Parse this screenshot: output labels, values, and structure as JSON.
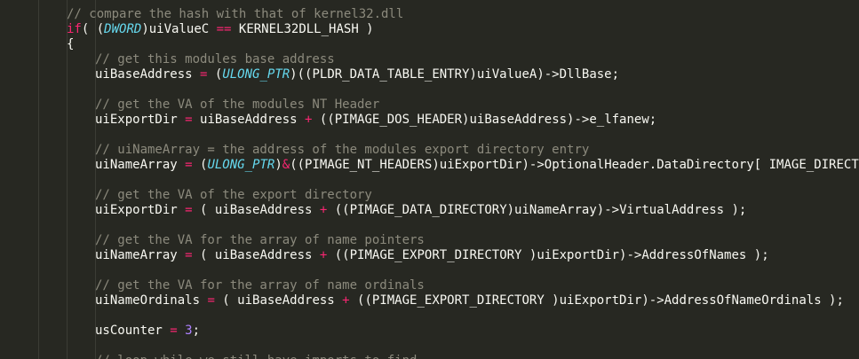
{
  "editor": {
    "background": "#272822",
    "lines": [
      {
        "indent": 2,
        "tokens": [
          {
            "t": "// compare the hash with that of kernel32.dll",
            "k": "comment"
          }
        ]
      },
      {
        "indent": 2,
        "tokens": [
          {
            "t": "if",
            "k": "keyword"
          },
          {
            "t": "( (",
            "k": "punct"
          },
          {
            "t": "DWORD",
            "k": "type"
          },
          {
            "t": ")uiValueC ",
            "k": "ident"
          },
          {
            "t": "==",
            "k": "op"
          },
          {
            "t": " KERNEL32DLL_HASH )",
            "k": "ident"
          }
        ]
      },
      {
        "indent": 2,
        "tokens": [
          {
            "t": "{",
            "k": "punct"
          }
        ]
      },
      {
        "indent": 3,
        "tokens": [
          {
            "t": "// get this modules base address",
            "k": "comment"
          }
        ]
      },
      {
        "indent": 3,
        "tokens": [
          {
            "t": "uiBaseAddress ",
            "k": "ident"
          },
          {
            "t": "=",
            "k": "op"
          },
          {
            "t": " (",
            "k": "punct"
          },
          {
            "t": "ULONG_PTR",
            "k": "type"
          },
          {
            "t": ")((PLDR_DATA_TABLE_ENTRY)uiValueA)",
            "k": "ident"
          },
          {
            "t": "->",
            "k": "arrow"
          },
          {
            "t": "DllBase;",
            "k": "member"
          }
        ]
      },
      {
        "indent": 0,
        "tokens": []
      },
      {
        "indent": 3,
        "tokens": [
          {
            "t": "// get the VA of the modules NT Header",
            "k": "comment"
          }
        ]
      },
      {
        "indent": 3,
        "tokens": [
          {
            "t": "uiExportDir ",
            "k": "ident"
          },
          {
            "t": "=",
            "k": "op"
          },
          {
            "t": " uiBaseAddress ",
            "k": "ident"
          },
          {
            "t": "+",
            "k": "op"
          },
          {
            "t": " ((PIMAGE_DOS_HEADER)uiBaseAddress)",
            "k": "ident"
          },
          {
            "t": "->",
            "k": "arrow"
          },
          {
            "t": "e_lfanew;",
            "k": "member"
          }
        ]
      },
      {
        "indent": 0,
        "tokens": []
      },
      {
        "indent": 3,
        "tokens": [
          {
            "t": "// uiNameArray = the address of the modules export directory entry",
            "k": "comment"
          }
        ]
      },
      {
        "indent": 3,
        "tokens": [
          {
            "t": "uiNameArray ",
            "k": "ident"
          },
          {
            "t": "=",
            "k": "op"
          },
          {
            "t": " (",
            "k": "punct"
          },
          {
            "t": "ULONG_PTR",
            "k": "type"
          },
          {
            "t": ")",
            "k": "punct"
          },
          {
            "t": "&",
            "k": "op"
          },
          {
            "t": "((PIMAGE_NT_HEADERS)uiExportDir)",
            "k": "ident"
          },
          {
            "t": "->",
            "k": "arrow"
          },
          {
            "t": "OptionalHeader.DataDirectory[ IMAGE_DIRECTORY_ENTRY_EXPORT ];",
            "k": "member"
          }
        ]
      },
      {
        "indent": 0,
        "tokens": []
      },
      {
        "indent": 3,
        "tokens": [
          {
            "t": "// get the VA of the export directory",
            "k": "comment"
          }
        ]
      },
      {
        "indent": 3,
        "tokens": [
          {
            "t": "uiExportDir ",
            "k": "ident"
          },
          {
            "t": "=",
            "k": "op"
          },
          {
            "t": " ( uiBaseAddress ",
            "k": "ident"
          },
          {
            "t": "+",
            "k": "op"
          },
          {
            "t": " ((PIMAGE_DATA_DIRECTORY)uiNameArray)",
            "k": "ident"
          },
          {
            "t": "->",
            "k": "arrow"
          },
          {
            "t": "VirtualAddress );",
            "k": "member"
          }
        ]
      },
      {
        "indent": 0,
        "tokens": []
      },
      {
        "indent": 3,
        "tokens": [
          {
            "t": "// get the VA for the array of name pointers",
            "k": "comment"
          }
        ]
      },
      {
        "indent": 3,
        "tokens": [
          {
            "t": "uiNameArray ",
            "k": "ident"
          },
          {
            "t": "=",
            "k": "op"
          },
          {
            "t": " ( uiBaseAddress ",
            "k": "ident"
          },
          {
            "t": "+",
            "k": "op"
          },
          {
            "t": " ((PIMAGE_EXPORT_DIRECTORY )uiExportDir)",
            "k": "ident"
          },
          {
            "t": "->",
            "k": "arrow"
          },
          {
            "t": "AddressOfNames );",
            "k": "member"
          }
        ]
      },
      {
        "indent": 0,
        "tokens": []
      },
      {
        "indent": 3,
        "tokens": [
          {
            "t": "// get the VA for the array of name ordinals",
            "k": "comment"
          }
        ]
      },
      {
        "indent": 3,
        "tokens": [
          {
            "t": "uiNameOrdinals ",
            "k": "ident"
          },
          {
            "t": "=",
            "k": "op"
          },
          {
            "t": " ( uiBaseAddress ",
            "k": "ident"
          },
          {
            "t": "+",
            "k": "op"
          },
          {
            "t": " ((PIMAGE_EXPORT_DIRECTORY )uiExportDir)",
            "k": "ident"
          },
          {
            "t": "->",
            "k": "arrow"
          },
          {
            "t": "AddressOfNameOrdinals );",
            "k": "member"
          }
        ]
      },
      {
        "indent": 0,
        "tokens": []
      },
      {
        "indent": 3,
        "tokens": [
          {
            "t": "usCounter ",
            "k": "ident"
          },
          {
            "t": "=",
            "k": "op"
          },
          {
            "t": " ",
            "k": "punct"
          },
          {
            "t": "3",
            "k": "number"
          },
          {
            "t": ";",
            "k": "punct"
          }
        ]
      },
      {
        "indent": 0,
        "tokens": []
      },
      {
        "indent": 3,
        "tokens": [
          {
            "t": "// loop while we still have imports to find",
            "k": "comment"
          }
        ]
      }
    ]
  }
}
